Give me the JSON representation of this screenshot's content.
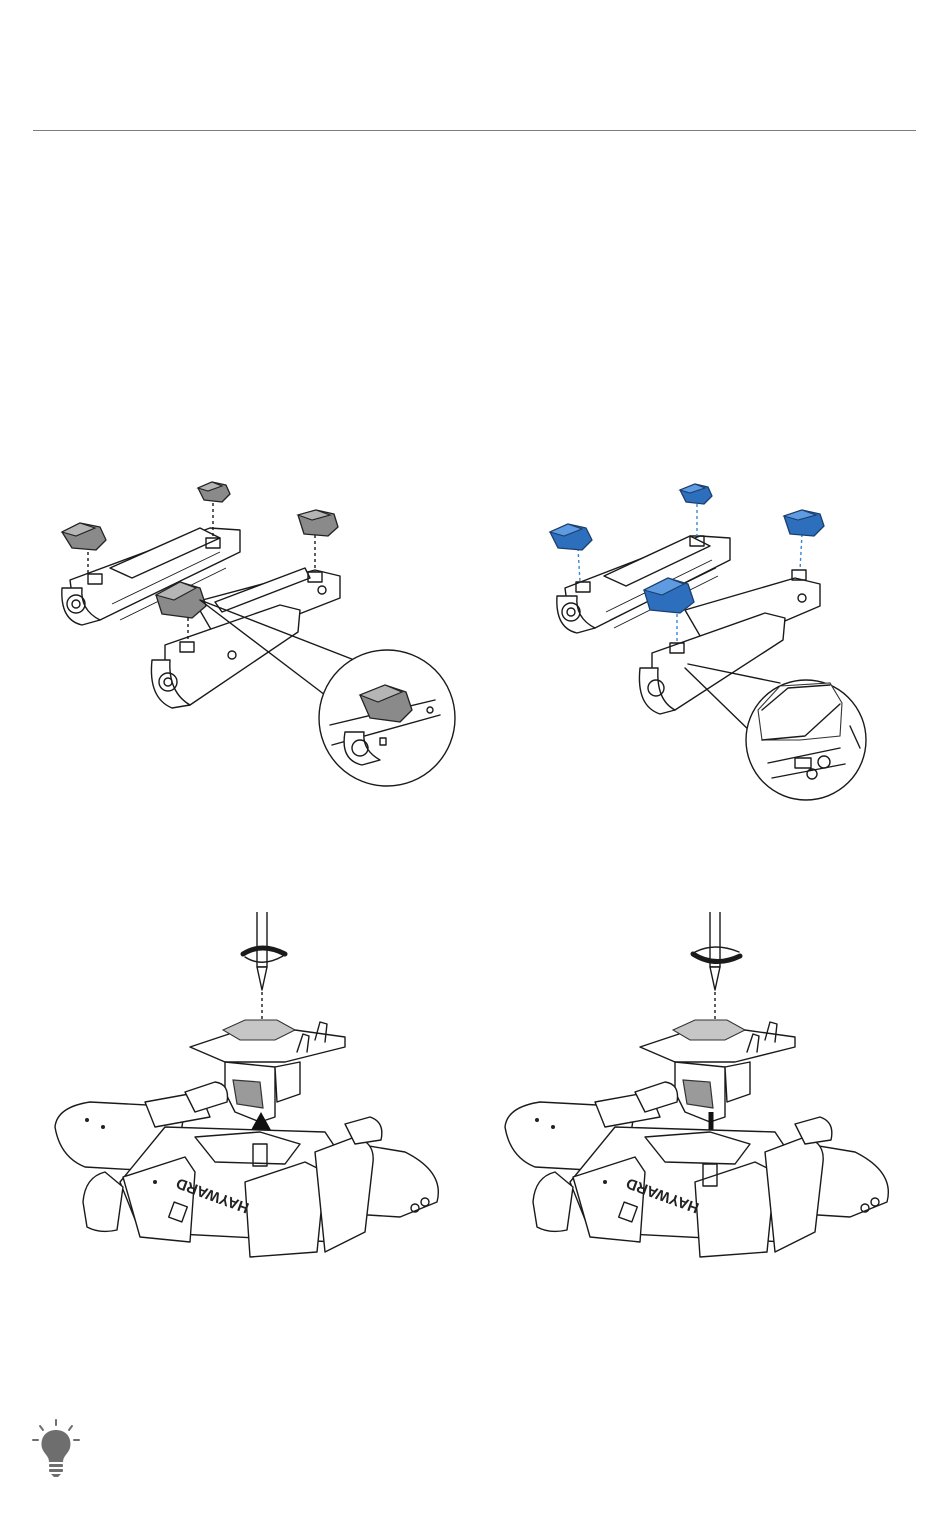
{
  "brand": {
    "logo_text": "HAYWARD"
  },
  "colors": {
    "rule": "#7d7d7d",
    "cap_gray": "#8a8a8a",
    "cap_blue": "#2d6fbd",
    "tip_icon": "#6e6e6e"
  },
  "figures": [
    {
      "id": "wheel-caps-removal",
      "cap_color": "gray"
    },
    {
      "id": "wheel-caps-installation",
      "cap_color": "blue"
    },
    {
      "id": "impeller-removal",
      "arrow": "up"
    },
    {
      "id": "impeller-installation",
      "arrow": "down"
    }
  ],
  "tip": {
    "icon": "lightbulb-icon"
  }
}
